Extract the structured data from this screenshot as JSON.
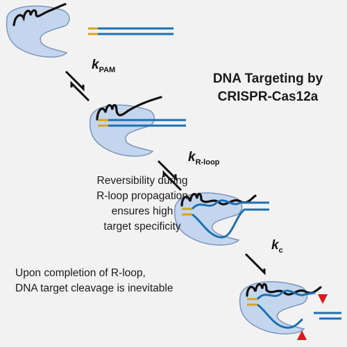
{
  "title": {
    "line1": "DNA Targeting by",
    "line2": "CRISPR-Cas12a"
  },
  "rates": [
    {
      "k": "k",
      "sub": "PAM"
    },
    {
      "k": "k",
      "sub": "R-loop"
    },
    {
      "k": "k",
      "sub": "c"
    }
  ],
  "notes": {
    "reversibility": [
      "Reversibility during",
      "R-loop propagation",
      "ensures high",
      "target specificity"
    ],
    "cleavage": [
      "Upon completion of R-loop,",
      "DNA target cleavage is inevitable"
    ]
  },
  "colors": {
    "protein_fill": "#c4d6ee",
    "protein_stroke": "#7b95ba",
    "dna_blue": "#1c6fb2",
    "pam_gold": "#d9a21b",
    "crrna_black": "#111111",
    "cut_red": "#e0181b",
    "background": "#f2f2f2"
  }
}
